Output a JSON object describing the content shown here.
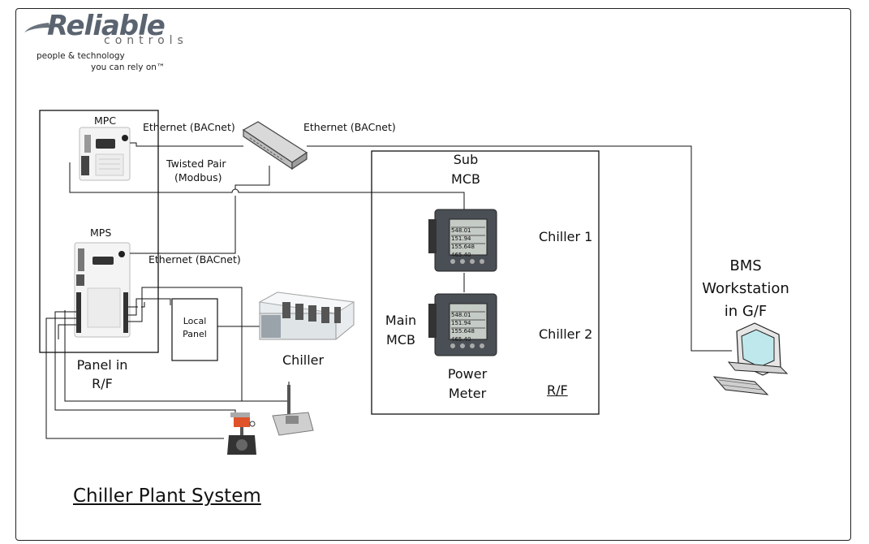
{
  "brand": {
    "name": "Reliable",
    "sub": "controls",
    "tagline_1": "people & technology",
    "tagline_2": "you can rely on™"
  },
  "labels": {
    "mpc": "MPC",
    "mps": "MPS",
    "eth_1": "Ethernet (BACnet)",
    "eth_2": "Ethernet (BACnet)",
    "eth_3": "Ethernet (BACnet)",
    "twisted_1": "Twisted Pair",
    "twisted_2": "(Modbus)",
    "local_panel_1": "Local",
    "local_panel_2": "Panel",
    "chiller": "Chiller",
    "panel_rf_1": "Panel in",
    "panel_rf_2": "R/F",
    "sub_mcb_1": "Sub",
    "sub_mcb_2": "MCB",
    "main_mcb_1": "Main",
    "main_mcb_2": "MCB",
    "chiller_1": "Chiller 1",
    "chiller_2": "Chiller 2",
    "power_meter_1": "Power",
    "power_meter_2": "Meter",
    "rf": "R/F",
    "bms_1": "BMS",
    "bms_2": "Workstation",
    "bms_3": "in G/F",
    "meter_readings": [
      "548.01",
      "151.94",
      "155.648",
      "465.40"
    ]
  },
  "title": "Chiller Plant System"
}
